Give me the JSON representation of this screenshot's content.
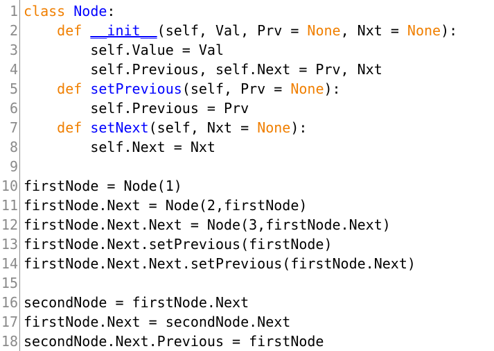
{
  "editor": {
    "colors": {
      "keyword": "#f07f00",
      "name": "#0000ff",
      "text": "#000000",
      "line_number": "#8a8a8a"
    },
    "lines": [
      {
        "n": "1",
        "tokens": [
          {
            "t": "class ",
            "c": "kw"
          },
          {
            "t": "Node",
            "c": "nm"
          },
          {
            "t": ":",
            "c": ""
          }
        ]
      },
      {
        "n": "2",
        "tokens": [
          {
            "t": "    ",
            "c": ""
          },
          {
            "t": "def ",
            "c": "kw"
          },
          {
            "t": "__init__",
            "c": "nm ul"
          },
          {
            "t": "(self, Val, Prv = ",
            "c": ""
          },
          {
            "t": "None",
            "c": "kw"
          },
          {
            "t": ", Nxt = ",
            "c": ""
          },
          {
            "t": "None",
            "c": "kw"
          },
          {
            "t": "):",
            "c": ""
          }
        ]
      },
      {
        "n": "3",
        "tokens": [
          {
            "t": "        self.Value = Val",
            "c": ""
          }
        ]
      },
      {
        "n": "4",
        "tokens": [
          {
            "t": "        self.Previous, self.Next = Prv, Nxt",
            "c": ""
          }
        ]
      },
      {
        "n": "5",
        "tokens": [
          {
            "t": "    ",
            "c": ""
          },
          {
            "t": "def ",
            "c": "kw"
          },
          {
            "t": "setPrevious",
            "c": "nm"
          },
          {
            "t": "(self, Prv = ",
            "c": ""
          },
          {
            "t": "None",
            "c": "kw"
          },
          {
            "t": "):",
            "c": ""
          }
        ]
      },
      {
        "n": "6",
        "tokens": [
          {
            "t": "        self.Previous = Prv",
            "c": ""
          }
        ]
      },
      {
        "n": "7",
        "tokens": [
          {
            "t": "    ",
            "c": ""
          },
          {
            "t": "def ",
            "c": "kw"
          },
          {
            "t": "setNext",
            "c": "nm"
          },
          {
            "t": "(self, Nxt = ",
            "c": ""
          },
          {
            "t": "None",
            "c": "kw"
          },
          {
            "t": "):",
            "c": ""
          }
        ]
      },
      {
        "n": "8",
        "tokens": [
          {
            "t": "        self.Next = Nxt",
            "c": ""
          }
        ]
      },
      {
        "n": "9",
        "tokens": []
      },
      {
        "n": "10",
        "tokens": [
          {
            "t": "firstNode = Node(1)",
            "c": ""
          }
        ]
      },
      {
        "n": "11",
        "tokens": [
          {
            "t": "firstNode.Next = Node(2,firstNode)",
            "c": ""
          }
        ]
      },
      {
        "n": "12",
        "tokens": [
          {
            "t": "firstNode.Next.Next = Node(3,firstNode.Next)",
            "c": ""
          }
        ]
      },
      {
        "n": "13",
        "tokens": [
          {
            "t": "firstNode.Next.setPrevious(firstNode)",
            "c": ""
          }
        ]
      },
      {
        "n": "14",
        "tokens": [
          {
            "t": "firstNode.Next.Next.setPrevious(firstNode.Next)",
            "c": ""
          }
        ]
      },
      {
        "n": "15",
        "tokens": []
      },
      {
        "n": "16",
        "tokens": [
          {
            "t": "secondNode = firstNode.Next",
            "c": ""
          }
        ]
      },
      {
        "n": "17",
        "tokens": [
          {
            "t": "firstNode.Next = secondNode.Next",
            "c": ""
          }
        ]
      },
      {
        "n": "18",
        "tokens": [
          {
            "t": "secondNode.Next.Previous = firstNode",
            "c": ""
          }
        ]
      }
    ]
  }
}
